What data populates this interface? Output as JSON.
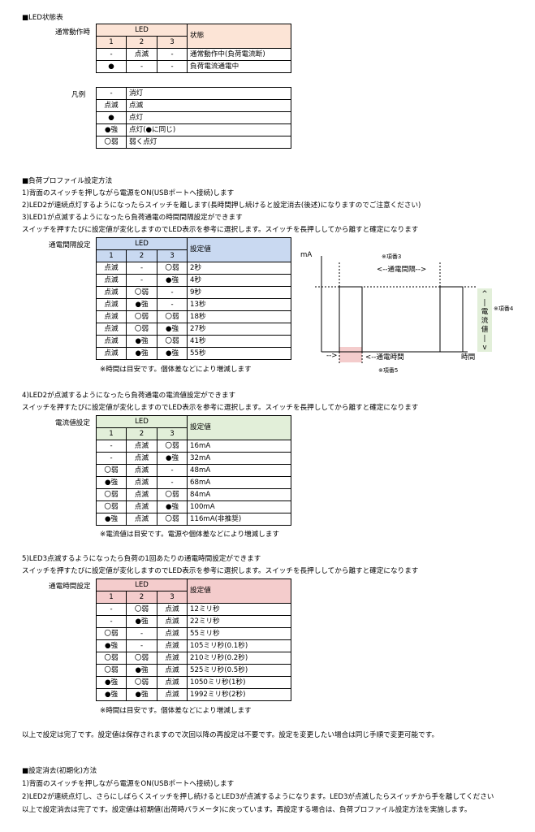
{
  "colors": {
    "orange": "#fce4d6",
    "blue": "#c9d9f1",
    "green": "#e2efd9",
    "pink": "#f4cccc"
  },
  "sec1": {
    "title": "■LED状態表",
    "side_label": "通常動作時",
    "header_group": "LED",
    "header_cols": [
      "1",
      "2",
      "3"
    ],
    "header_state": "状態",
    "rows": [
      [
        "-",
        "点滅",
        "-",
        "通常動作中(負荷電流断)"
      ],
      [
        "●",
        "-",
        "-",
        "負荷電流通電中"
      ]
    ]
  },
  "legend": {
    "label": "凡例",
    "rows": [
      [
        "-",
        "消灯"
      ],
      [
        "点滅",
        "点滅"
      ],
      [
        "●",
        "点灯"
      ],
      [
        "●強",
        "点灯(●に同じ)"
      ],
      [
        "〇弱",
        "弱く点灯"
      ]
    ]
  },
  "sec2": {
    "title": "■負荷プロファイル設定方法",
    "line1": "1)背面のスイッチを押しながら電源をON(USBポートへ接続)します",
    "line2": "2)LED2が連続点灯するようになったらスイッチを離します(長時間押し続けると設定消去(後述)になりますのでご注意ください)",
    "line3": "3)LED1が点滅するようになったら負荷通電の時間間隔設定ができます",
    "line4": "  スイッチを押すたびに設定値が変化しますのでLED表示を参考に選択します。スイッチを長押ししてから離すと確定になります"
  },
  "t3": {
    "side_label": "通電間隔設定",
    "header_group": "LED",
    "header_cols": [
      "1",
      "2",
      "3"
    ],
    "header_val": "設定値",
    "rows": [
      [
        "点滅",
        "-",
        "〇弱",
        "2秒"
      ],
      [
        "点滅",
        "-",
        "●強",
        "4秒"
      ],
      [
        "点滅",
        "〇弱",
        "-",
        "9秒"
      ],
      [
        "点滅",
        "●強",
        "-",
        "13秒"
      ],
      [
        "点滅",
        "〇弱",
        "〇弱",
        "18秒"
      ],
      [
        "点滅",
        "〇弱",
        "●強",
        "27秒"
      ],
      [
        "点滅",
        "●強",
        "〇弱",
        "41秒"
      ],
      [
        "点滅",
        "●強",
        "●強",
        "55秒"
      ]
    ],
    "note": "※時間は目安です。個体差などにより増減します"
  },
  "diagram": {
    "y_label": "mA",
    "note3": "※項番3",
    "interval_label": "<--通電間隔-->",
    "current_chars": [
      "^",
      "|",
      "電",
      "流",
      "値",
      "|",
      "v"
    ],
    "note4": "※項番4",
    "left_arrow": "-->",
    "duration_label": "<--通電時間",
    "x_label": "時間",
    "note5": "※項番5"
  },
  "sec4": {
    "line1": "4)LED2が点滅するようになったら負荷通電の電流値設定ができます",
    "line2": "  スイッチを押すたびに設定値が変化しますのでLED表示を参考に選択します。スイッチを長押ししてから離すと確定になります"
  },
  "t4": {
    "side_label": "電流値設定",
    "header_group": "LED",
    "header_cols": [
      "1",
      "2",
      "3"
    ],
    "header_val": "設定値",
    "rows": [
      [
        "-",
        "点滅",
        "〇弱",
        "16mA"
      ],
      [
        "-",
        "点滅",
        "●強",
        "32mA"
      ],
      [
        "〇弱",
        "点滅",
        "-",
        "48mA"
      ],
      [
        "●強",
        "点滅",
        "-",
        "68mA"
      ],
      [
        "〇弱",
        "点滅",
        "〇弱",
        "84mA"
      ],
      [
        "〇弱",
        "点滅",
        "●強",
        "100mA"
      ],
      [
        "●強",
        "点滅",
        "〇弱",
        "116mA(非推奨)"
      ]
    ],
    "note": "※電流値は目安です。電源や個体差などにより増減します"
  },
  "sec5": {
    "line1": "5)LED3点滅するようになったら負荷の1回あたりの通電時間設定ができます",
    "line2": "  スイッチを押すたびに設定値が変化しますのでLED表示を参考に選択します。スイッチを長押ししてから離すと確定になります"
  },
  "t5": {
    "side_label": "通電時間設定",
    "header_group": "LED",
    "header_cols": [
      "1",
      "2",
      "3"
    ],
    "header_val": "設定値",
    "rows": [
      [
        "-",
        "〇弱",
        "点滅",
        "12ミリ秒"
      ],
      [
        "-",
        "●強",
        "点滅",
        "22ミリ秒"
      ],
      [
        "〇弱",
        "-",
        "点滅",
        "55ミリ秒"
      ],
      [
        "●強",
        "-",
        "点滅",
        "105ミリ秒(0.1秒)"
      ],
      [
        "〇弱",
        "〇弱",
        "点滅",
        "210ミリ秒(0.2秒)"
      ],
      [
        "〇弱",
        "●強",
        "点滅",
        "525ミリ秒(0.5秒)"
      ],
      [
        "●強",
        "〇弱",
        "点滅",
        "1050ミリ秒(1秒)"
      ],
      [
        "●強",
        "●強",
        "点滅",
        "1992ミリ秒(2秒)"
      ]
    ],
    "note": "※時間は目安です。個体差などにより増減します"
  },
  "done": "以上で設定は完了です。設定値は保存されますので次回以降の再設定は不要です。設定を変更したい場合は同じ手順で変更可能です。",
  "reset": {
    "title": "■設定消去(初期化)方法",
    "line1": "1)背面のスイッチを押しながら電源をON(USBポートへ接続)します",
    "line2": "2)LED2が連続点灯し、さらにしばらくスイッチを押し続けるとLED3が点滅するようになります。LED3が点滅したらスイッチから手を離してください",
    "line3": "以上で設定消去は完了です。設定値は初期値(出荷時パラメータ)に戻っています。再設定する場合は、負荷プロファイル設定方法を実施します。"
  }
}
